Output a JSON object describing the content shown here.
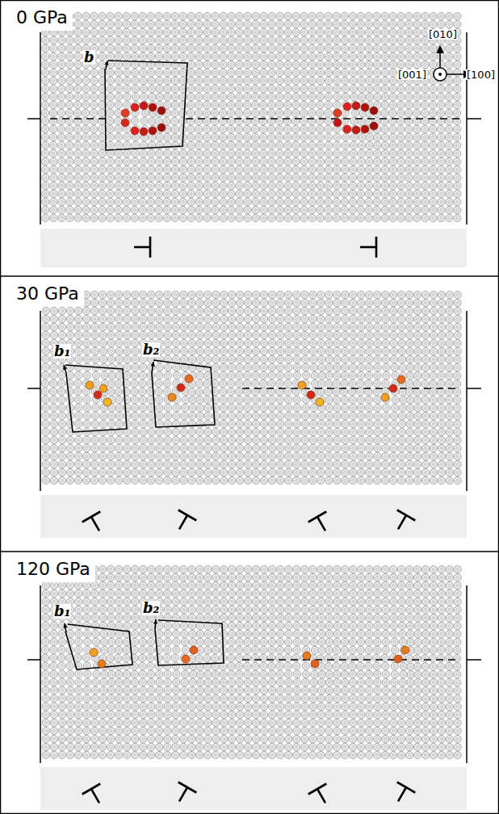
{
  "diagram": {
    "labels": [
      "0 GPa",
      "[010]",
      "[100]",
      "[001]",
      "b",
      "30 GPa",
      "b₁",
      "b₂",
      "120 GPa",
      "b₁",
      "b₂"
    ]
  }
}
